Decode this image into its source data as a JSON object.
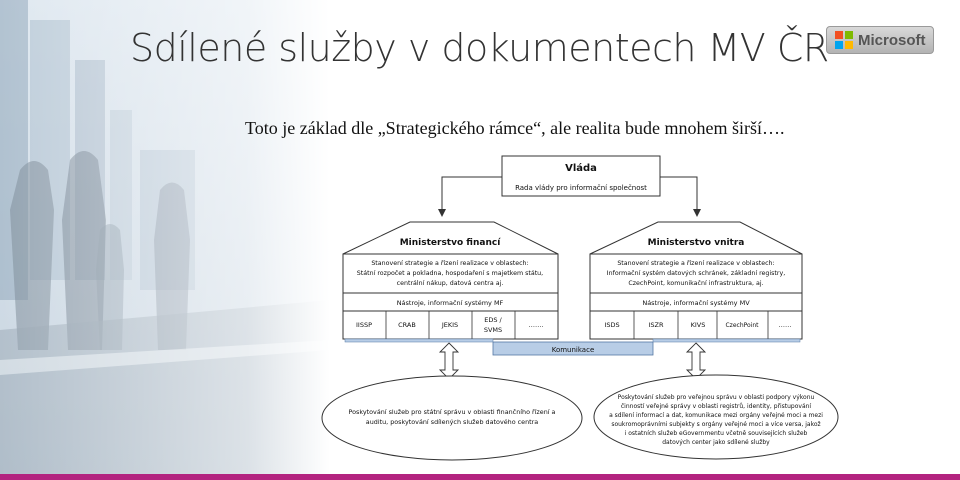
{
  "title": "Sdílené služby v dokumentech MV ČR",
  "subtitle": "Toto je základ dle „Strategického rámce“, ale realita bude mnohem širší….",
  "logo": {
    "text": "Microsoft",
    "colors": [
      "#f25022",
      "#7fba00",
      "#00a4ef",
      "#ffb900"
    ]
  },
  "colors": {
    "accent_bar": "#b3237f",
    "box_fill": "#b8cde6",
    "box_stroke": "#333333"
  },
  "diagram": {
    "government": {
      "title": "Vláda",
      "subtitle": "Rada vlády pro informační společnost"
    },
    "mf": {
      "title": "Ministerstvo financí",
      "description": [
        "Stanovení strategie a řízení realizace v oblastech:",
        "Státní rozpočet a pokladna, hospodaření s majetkem státu,",
        "centrální nákup, datová centra aj."
      ],
      "tools": "Nástroje, informační systémy MF",
      "systems": [
        "IISSP",
        "CRAB",
        "JEKIS",
        "EDS /",
        "SVMS",
        "……."
      ]
    },
    "mv": {
      "title": "Ministerstvo vnitra",
      "description": [
        "Stanovení strategie a řízení realizace v oblastech:",
        "Informační systém datových schránek, základní registry,",
        "CzechPoint, komunikační infrastruktura, aj."
      ],
      "tools": "Nástroje, informační systémy MV",
      "systems": [
        "ISDS",
        "ISZR",
        "KIVS",
        "CzechPoint",
        "……"
      ]
    },
    "communication": "Komunikace",
    "left_ellipse": [
      "Poskytování služeb pro státní správu v oblasti finančního řízení a",
      "auditu, poskytování sdílených služeb datového centra"
    ],
    "right_ellipse": [
      "Poskytování služeb pro veřejnou správu v oblasti podpory výkonu",
      "činností veřejné správy v oblasti registrů, identity, přistupování",
      "a sdílení informací a dat, komunikace mezi orgány veřejné moci a mezi",
      "soukromoprávními subjekty s orgány veřejné moci a více versa, jakož",
      "i ostatních služeb eGovernmentu včetně souvisejících služeb",
      "datových center jako sdílené služby"
    ]
  }
}
